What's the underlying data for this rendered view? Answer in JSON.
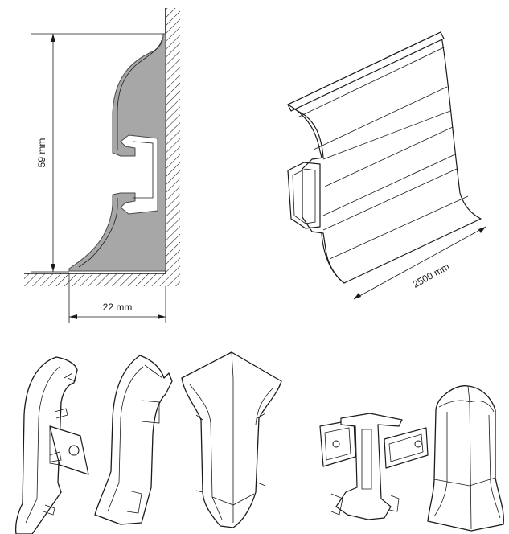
{
  "dimensions": {
    "height_label": "59 mm",
    "depth_label": "22 mm",
    "length_label": "2500 mm"
  },
  "colors": {
    "line": "#1a1a1a",
    "profile_fill": "#a7a7a7",
    "profile_stroke": "#4a4a4a",
    "background": "#ffffff"
  }
}
